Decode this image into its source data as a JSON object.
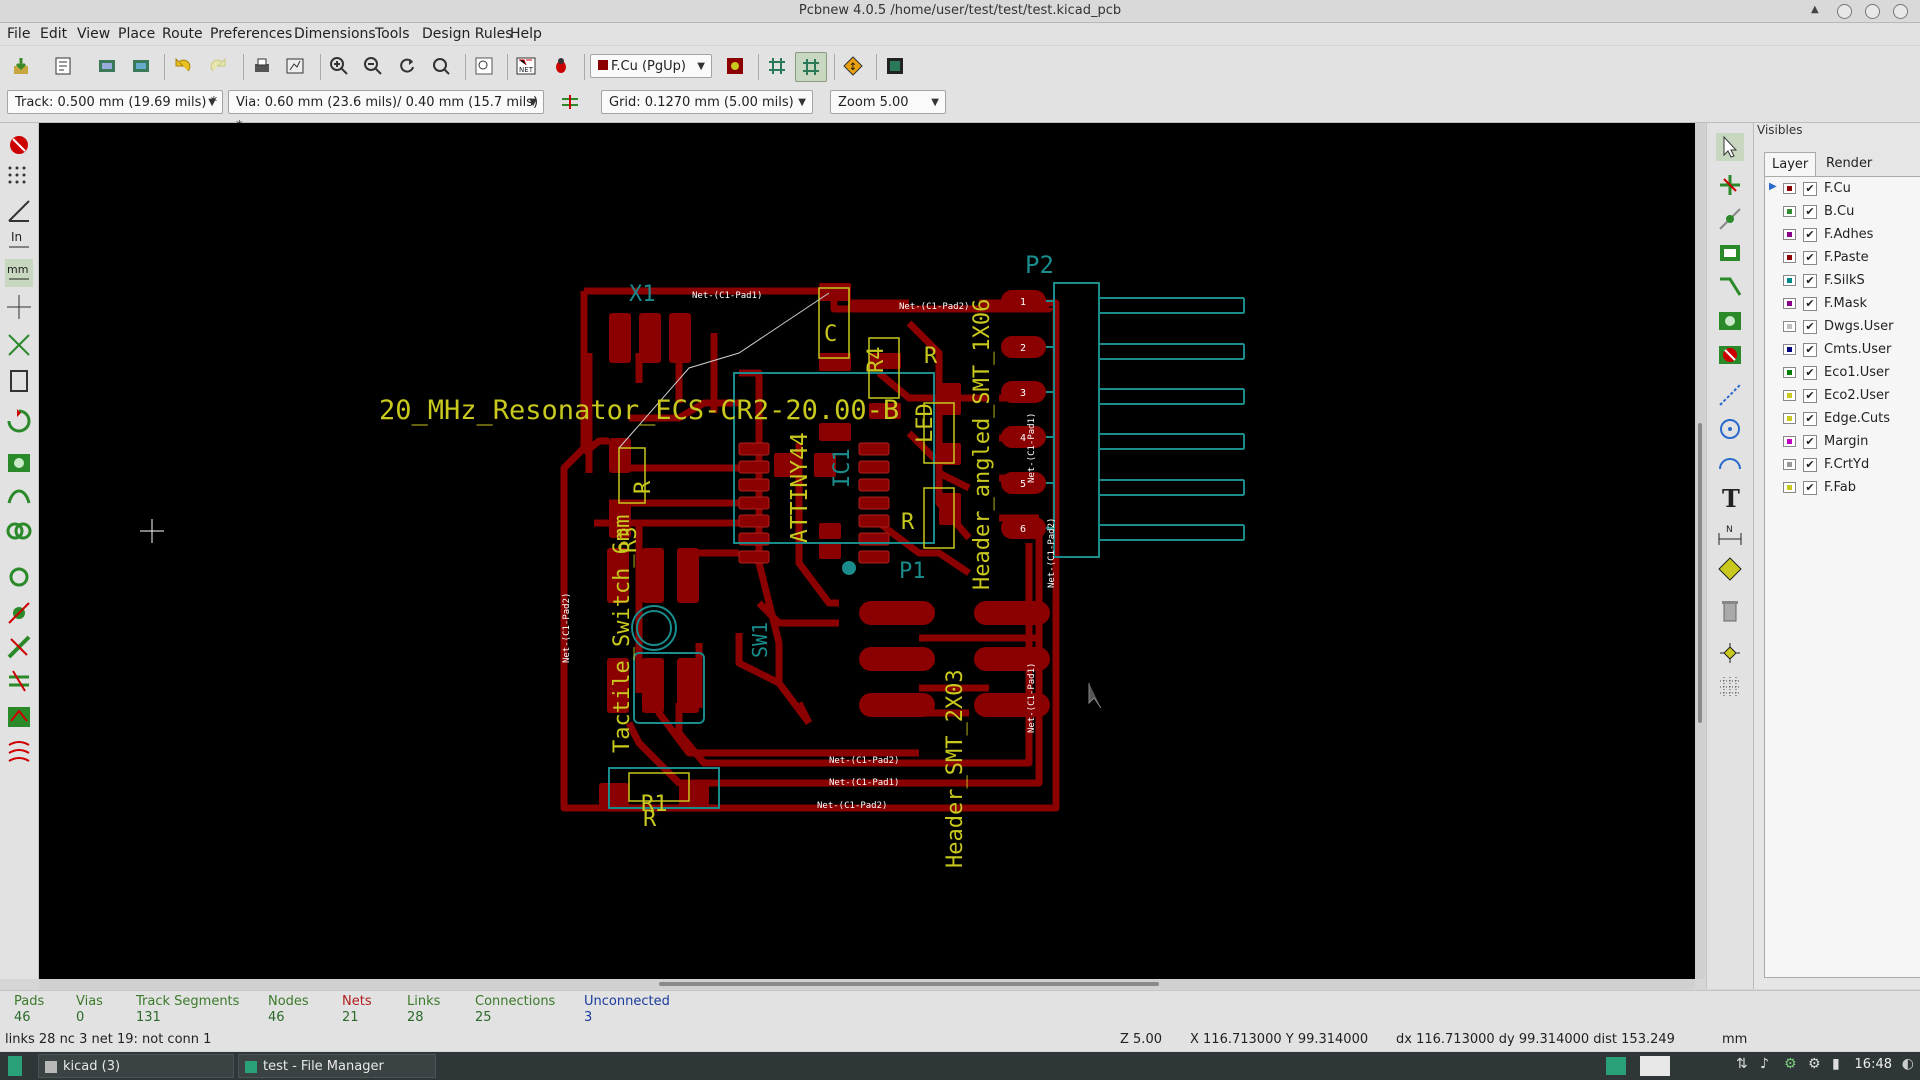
{
  "window": {
    "title": "Pcbnew 4.0.5 /home/user/test/test/test.kicad_pcb"
  },
  "menu": [
    "File",
    "Edit",
    "View",
    "Place",
    "Route",
    "Preferences",
    "Dimensions",
    "Tools",
    "Design Rules",
    "Help"
  ],
  "toolbar": {
    "layer_select": "F.Cu (PgUp)",
    "icons": [
      "new-board-icon",
      "page-settings-icon",
      "load-module-icon",
      "save-icon",
      "undo-icon",
      "redo-icon",
      "print-icon",
      "plot-icon",
      "zoom-in-icon",
      "zoom-out-icon",
      "redraw-icon",
      "zoom-fit-icon",
      "find-icon",
      "netlist-icon",
      "drc-icon",
      "layer-pair-icon",
      "auto-route-icon",
      "grid-icon",
      "scripting-icon",
      "3d-view-icon"
    ]
  },
  "toolbar2": {
    "track": "Track: 0.500 mm (19.69 mils) *",
    "via": "Via: 0.60 mm (23.6 mils)/ 0.40 mm (15.7 mils) *",
    "grid": "Grid: 0.1270 mm (5.00 mils)",
    "zoom": "Zoom 5.00"
  },
  "colors": {
    "copper": "#8b0000",
    "silk": "#c8c81e",
    "fab": "#1a8c8c",
    "edge": "#00b8b8",
    "canvas": "#000000"
  },
  "pcb": {
    "title_text": "20_MHz_Resonator_ECS-CR2-20.00-B",
    "x1": "X1",
    "p2": "P2",
    "p1": "P1",
    "ic1": "IC1",
    "attiny": "ATTINY44",
    "r3": "R3",
    "r1": "R1",
    "r4": "R4",
    "r": "R",
    "c": "C",
    "led": "LED",
    "sw1": "SW1",
    "tactile": "Tactile_Switch_6mm",
    "header_smt": "Header_SMT_2X03",
    "header_angled": "Header_angled_SMT_1X06",
    "net_pad1": "Net-(C1-Pad1)",
    "net_pad2": "Net-(C1-Pad2)",
    "pin_nums": [
      "1",
      "2",
      "3",
      "4",
      "5",
      "6"
    ]
  },
  "visibles": {
    "title": "Visibles",
    "tabs": [
      "Layer",
      "Render"
    ],
    "layers": [
      {
        "name": "F.Cu",
        "color": "#8b0000",
        "checked": "✔"
      },
      {
        "name": "B.Cu",
        "color": "#2e8b2e",
        "checked": "✔"
      },
      {
        "name": "F.Adhes",
        "color": "#8b008b",
        "checked": "✔"
      },
      {
        "name": "F.Paste",
        "color": "#8b0000",
        "checked": "✔"
      },
      {
        "name": "F.SilkS",
        "color": "#008b8b",
        "checked": "✔"
      },
      {
        "name": "F.Mask",
        "color": "#8b008b",
        "checked": "✔"
      },
      {
        "name": "Dwgs.User",
        "color": "#c0c0c0",
        "checked": "✔"
      },
      {
        "name": "Cmts.User",
        "color": "#000080",
        "checked": "✔"
      },
      {
        "name": "Eco1.User",
        "color": "#008000",
        "checked": "✔"
      },
      {
        "name": "Eco2.User",
        "color": "#c8c81e",
        "checked": "✔"
      },
      {
        "name": "Edge.Cuts",
        "color": "#c8c81e",
        "checked": "✔"
      },
      {
        "name": "Margin",
        "color": "#c000c0",
        "checked": "✔"
      },
      {
        "name": "F.CrtYd",
        "color": "#9a9a9a",
        "checked": "✔"
      },
      {
        "name": "F.Fab",
        "color": "#c8c81e",
        "checked": "✔"
      }
    ]
  },
  "stats": [
    {
      "label": "Pads",
      "value": "46"
    },
    {
      "label": "Vias",
      "value": "0"
    },
    {
      "label": "Track Segments",
      "value": "131"
    },
    {
      "label": "Nodes",
      "value": "46"
    },
    {
      "label": "Nets",
      "value": "21"
    },
    {
      "label": "Links",
      "value": "28"
    },
    {
      "label": "Connections",
      "value": "25"
    },
    {
      "label": "Unconnected",
      "value": "3"
    }
  ],
  "messages": {
    "left": "links 28 nc 3   net 19: not conn 1",
    "zoom": "Z 5.00",
    "coords": "X 116.713000  Y 99.314000",
    "delta": "dx 116.713000  dy 99.314000  dist 153.249",
    "units": "mm"
  },
  "taskbar": {
    "items": [
      "kicad (3)",
      "test - File Manager"
    ],
    "clock": "16:48"
  }
}
